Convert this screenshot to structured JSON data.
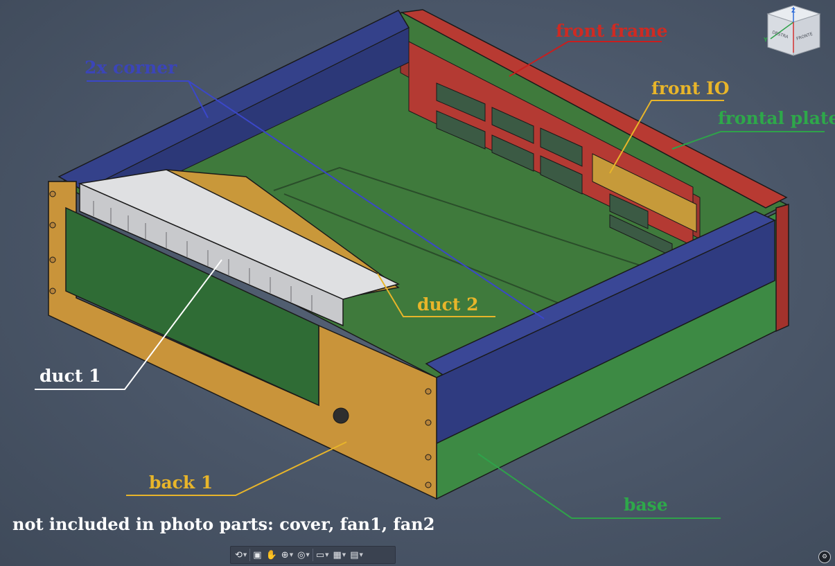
{
  "labels": {
    "front_frame": "front frame",
    "corner": "2x corner",
    "front_io": "front IO",
    "frontal_plate": "frontal plate",
    "duct2": "duct 2",
    "duct1": "duct 1",
    "back1": "back 1",
    "base": "base"
  },
  "note": "not included in photo parts: cover, fan1, fan2",
  "viewcube": {
    "top": "Z",
    "left": "Y",
    "face_left": "DESTRA",
    "face_right": "FRONTE"
  },
  "toolbar": {
    "items": [
      "orbit-icon",
      "look-at-icon",
      "pan-icon",
      "zoom-icon",
      "fit-icon",
      "display-settings-icon",
      "grid-icon",
      "viewports-icon"
    ]
  },
  "colors": {
    "background": "#4a5668",
    "front_frame": "#c8302c",
    "corner": "#3c4a9a",
    "front_io": "#f2c12e",
    "frontal_plate": "#2fa84a",
    "duct1": "#ffffff",
    "duct2": "#f2c12e",
    "back1": "#f2c12e",
    "base": "#2fa84a",
    "note": "#ffffff"
  }
}
